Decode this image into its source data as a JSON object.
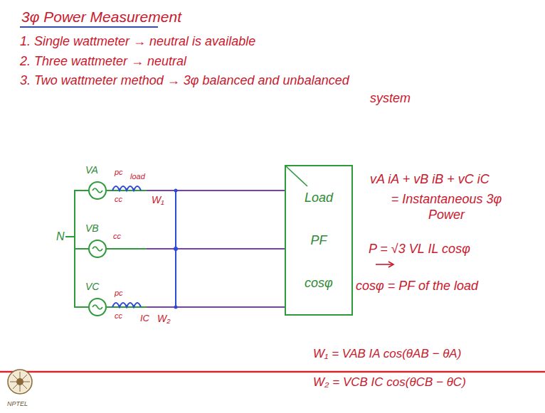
{
  "diagram": {
    "title": "3φ Power Measurement",
    "nodes": [
      {
        "text": [
          "VA"
        ]
      },
      {
        "text": [
          "VB"
        ]
      },
      {
        "text": [
          "VC"
        ]
      },
      {
        "text": [
          "Load",
          "PF",
          "cosφ"
        ]
      }
    ],
    "edges": [
      {
        "from": 0,
        "to": 3,
        "arrow": "none"
      },
      {
        "from": 1,
        "to": 3,
        "arrow": "none"
      },
      {
        "from": 2,
        "to": 3,
        "arrow": "none"
      },
      {
        "from": 0,
        "to": 1,
        "arrow": "none"
      },
      {
        "from": 1,
        "to": 2,
        "arrow": "none"
      }
    ],
    "labels": [
      "1. Single wattmeter → neutral is available",
      "2. Three wattmeter → neutral",
      "3. Two wattmeter method → 3φ balanced and unbalanced",
      "system",
      "N",
      "pc",
      "load",
      "cc",
      "W₁",
      "cc",
      "pc",
      "cc",
      "IC",
      "W₂",
      "vA iA + vB iB + vC iC",
      "= Instantaneous 3φ Power",
      "P = √3 VL IL cosφ",
      "cosφ = PF of the load",
      "W₁ = VAB IA cos(θAB − θA)",
      "W₂ = VCB IC cos(θCB − θC)",
      "NPTEL"
    ]
  }
}
